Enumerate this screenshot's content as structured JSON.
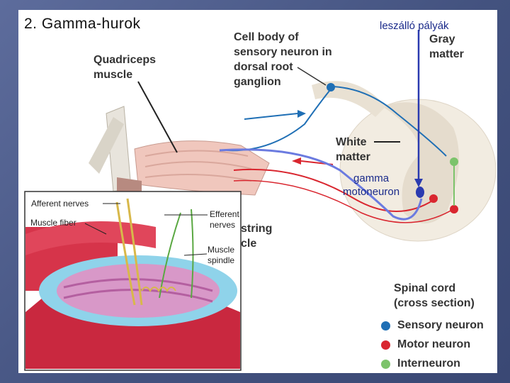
{
  "slide": {
    "title": "2. Gamma-hurok"
  },
  "labels": {
    "quadriceps": [
      "Quadriceps",
      "muscle"
    ],
    "cell_body": [
      "Cell body of",
      "sensory neuron in",
      "dorsal root",
      "ganglion"
    ],
    "gray_matter": [
      "Gray",
      "matter"
    ],
    "white_matter": [
      "White",
      "matter"
    ],
    "hamstring": [
      "string",
      "cle"
    ],
    "spinal_cord": [
      "Spinal cord",
      "(cross section)"
    ]
  },
  "overlay": {
    "descending": "leszálló pályák",
    "gamma": [
      "gamma",
      "motoneuron"
    ]
  },
  "inset": {
    "afferent": "Afferent nerves",
    "fiber": "Muscle fiber",
    "efferent": [
      "Efferent",
      "nerves"
    ],
    "spindle": [
      "Muscle",
      "spindle"
    ]
  },
  "legend": [
    {
      "label": "Sensory neuron",
      "color": "#1f6fb5"
    },
    {
      "label": "Motor neuron",
      "color": "#d9262f"
    },
    {
      "label": "Interneuron",
      "color": "#7cc36b"
    }
  ],
  "colors": {
    "sensory": "#1f6fb5",
    "motor": "#d9262f",
    "overlay": "#2a3ab0"
  }
}
